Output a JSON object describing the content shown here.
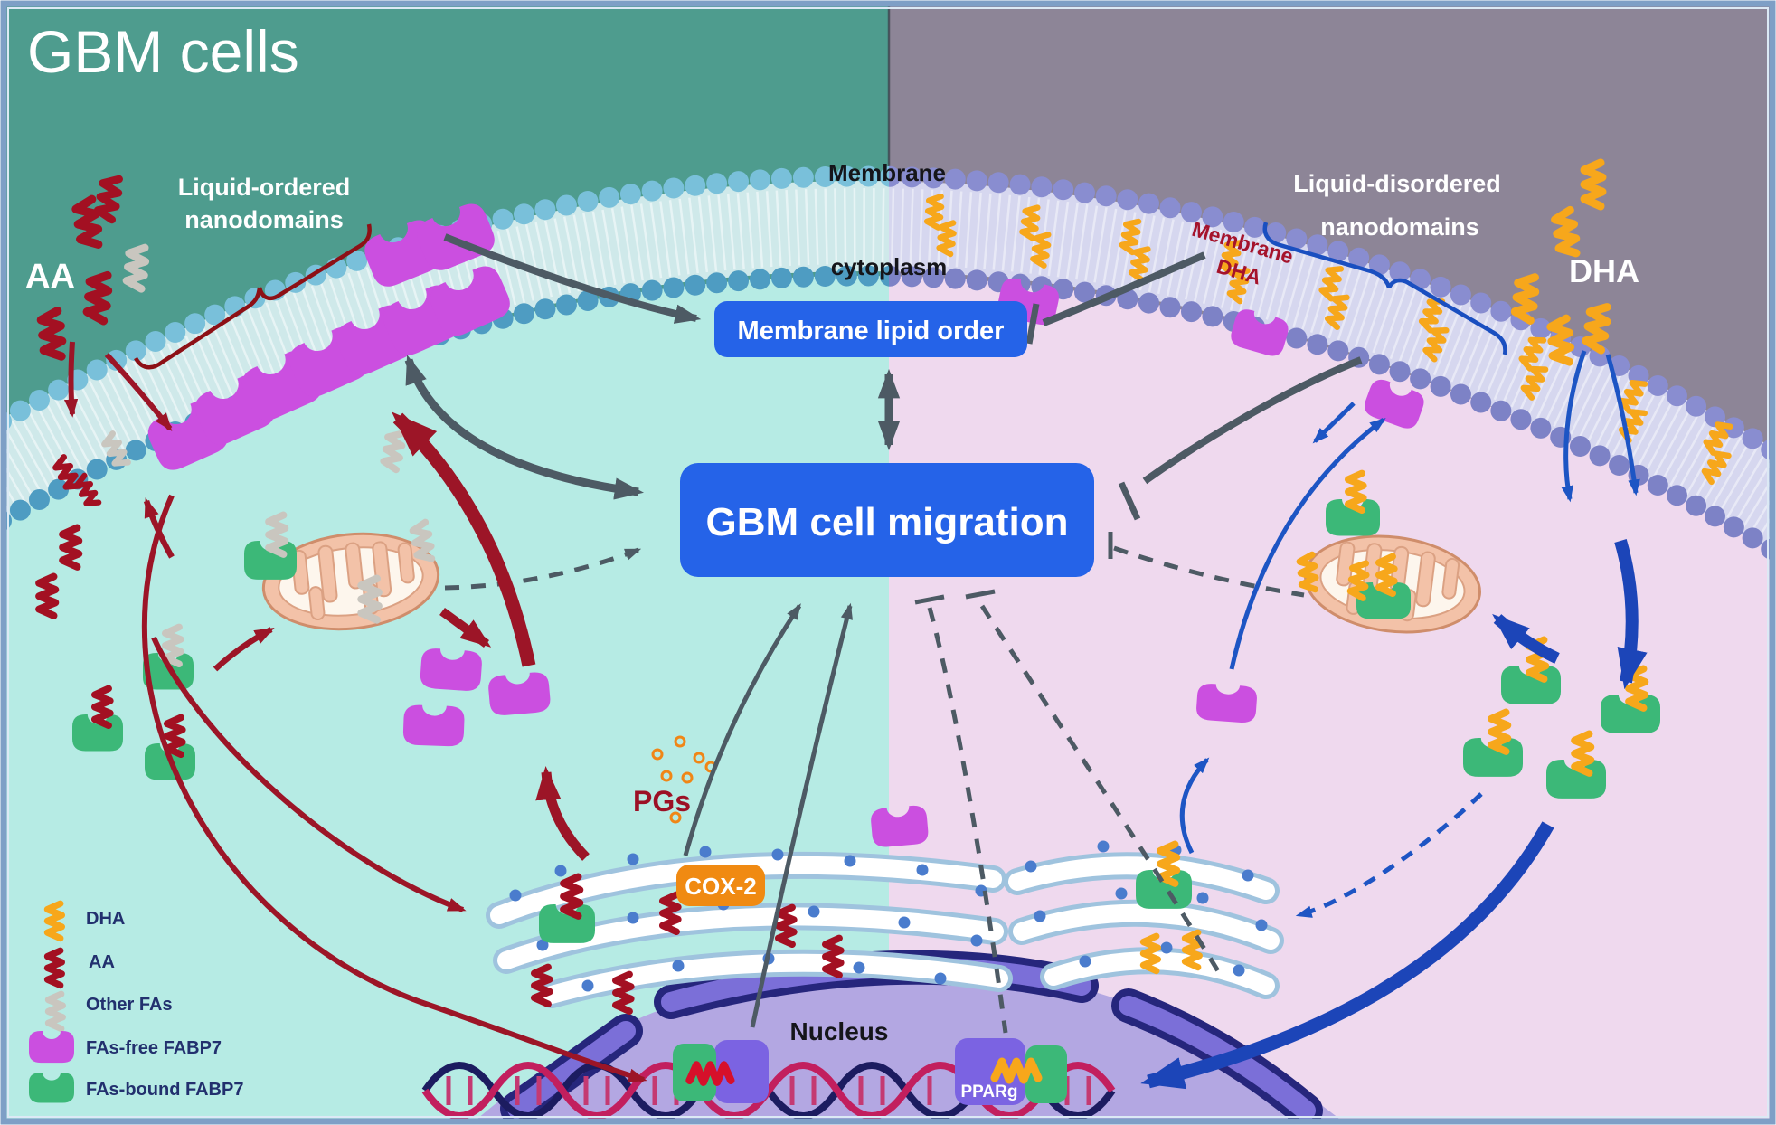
{
  "title": "GBM cells",
  "regions": {
    "membrane": "Membrane",
    "cytoplasm": "cytoplasm",
    "nucleus": "Nucleus",
    "liquid_ordered_line1": "Liquid-ordered",
    "liquid_ordered_line2": "nanodomains",
    "liquid_disordered_line1": "Liquid-disordered",
    "liquid_disordered_line2": "nanodomains"
  },
  "molecules": {
    "aa": "AA",
    "dha": "DHA",
    "membrane_dha_line1": "Membrane",
    "membrane_dha_line2": "DHA",
    "pgs": "PGs",
    "cox2": "COX-2",
    "pparg": "PPARg"
  },
  "boxes": {
    "membrane_lipid_order": "Membrane lipid order",
    "gbm_cell_migration": "GBM cell migration"
  },
  "legend": {
    "items": [
      {
        "label": "DHA",
        "color": "#f7a71b"
      },
      {
        "label": "AA",
        "color": "#a31022"
      },
      {
        "label": "Other FAs",
        "color": "#c9c6bf"
      },
      {
        "label": "FAs-free FABP7",
        "color": "#cb4fe0"
      },
      {
        "label": "FAs-bound FABP7",
        "color": "#3cb878"
      }
    ]
  },
  "colors": {
    "accent_box_blue": "#2563e8",
    "left_extracellular": "#4e9c8e",
    "right_extracellular": "#8d8597",
    "left_cytoplasm": "#b6ebe4",
    "right_cytoplasm": "#efd9ee",
    "aa_red": "#a31022",
    "dha_orange": "#f7a71b",
    "fabp_free_magenta": "#cb4fe0",
    "fabp_bound_green": "#3cb878",
    "cox2_orange": "#f08a12",
    "nucleus_purple": "#b3a7e2"
  }
}
